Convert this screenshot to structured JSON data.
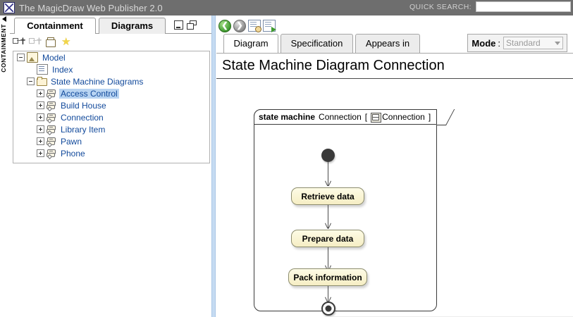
{
  "window": {
    "title": "The MagicDraw Web Publisher 2.0",
    "app_icon": "magicdraw-icon"
  },
  "quick_search": {
    "label": "QUICK SEARCH:",
    "value": "",
    "placeholder": ""
  },
  "left_strip": {
    "label": "CONTAINMENT",
    "collapse_icon": "collapse-left-triangle-icon"
  },
  "left_panel": {
    "tabs": [
      {
        "label": "Containment",
        "active": true
      },
      {
        "label": "Diagrams",
        "active": false
      }
    ],
    "window_buttons": [
      {
        "name": "minimize-icon"
      },
      {
        "name": "cascade-icon"
      }
    ],
    "toolbar": [
      {
        "name": "collapse-all-icon",
        "enabled": true
      },
      {
        "name": "expand-all-icon",
        "enabled": false
      },
      {
        "name": "open-folder-icon",
        "enabled": true
      },
      {
        "name": "favorite-star-icon",
        "enabled": true
      }
    ],
    "tree": [
      {
        "label": "Model",
        "icon": "model-icon",
        "indent": 0,
        "expander": "minus",
        "selected": false
      },
      {
        "label": "Index",
        "icon": "page-icon",
        "indent": 1,
        "expander": "none",
        "selected": false
      },
      {
        "label": "State Machine Diagrams",
        "icon": "folder-icon",
        "indent": 1,
        "expander": "minus",
        "selected": false
      },
      {
        "label": "Access Control",
        "icon": "state-machine-icon",
        "indent": 2,
        "expander": "plus",
        "selected": true
      },
      {
        "label": "Build House",
        "icon": "state-machine-icon",
        "indent": 2,
        "expander": "plus",
        "selected": false
      },
      {
        "label": "Connection",
        "icon": "state-machine-icon",
        "indent": 2,
        "expander": "plus",
        "selected": false
      },
      {
        "label": "Library Item",
        "icon": "state-machine-icon",
        "indent": 2,
        "expander": "plus",
        "selected": false
      },
      {
        "label": "Pawn",
        "icon": "state-machine-icon",
        "indent": 2,
        "expander": "plus",
        "selected": false
      },
      {
        "label": "Phone",
        "icon": "state-machine-icon",
        "indent": 2,
        "expander": "plus",
        "selected": false
      }
    ]
  },
  "right_panel": {
    "nav_toolbar": [
      {
        "name": "back-arrow-icon",
        "enabled": true
      },
      {
        "name": "forward-arrow-icon",
        "enabled": false
      },
      {
        "name": "find-in-document-icon",
        "enabled": true
      },
      {
        "name": "export-document-icon",
        "enabled": true
      }
    ],
    "tabs": [
      {
        "label": "Diagram",
        "active": true
      },
      {
        "label": "Specification",
        "active": false
      },
      {
        "label": "Appears in",
        "active": false
      }
    ],
    "mode": {
      "label": "Mode",
      "separator": ":",
      "selected": "Standard",
      "caret_icon": "chevron-down-icon"
    },
    "page_title": "State Machine Diagram Connection"
  },
  "diagram": {
    "frame_keyword": "state machine",
    "frame_name": "Connection",
    "bracket_open": "[",
    "bracket_close": "]",
    "frame_type_icon": "state-machine-icon",
    "frame_type_name": "Connection",
    "nodes": [
      {
        "type": "initial-state",
        "label": ""
      },
      {
        "type": "state",
        "label": "Retrieve data"
      },
      {
        "type": "state",
        "label": "Prepare data"
      },
      {
        "type": "state",
        "label": "Pack information"
      },
      {
        "type": "final-state",
        "label": ""
      }
    ],
    "colors": {
      "state_fill": "#fdfbe6",
      "state_fill_bottom": "#f6eec4",
      "state_border": "#8d8d6e",
      "node_dark": "#3a3a3a",
      "edge": "#4a4a4a"
    }
  },
  "colors": {
    "titlebar_bg": "#6e6e6e",
    "titlebar_text": "#d9d9d9",
    "splitter": "#c5dbf2",
    "tree_link": "#11499b",
    "selection": "#b8d4f2"
  }
}
